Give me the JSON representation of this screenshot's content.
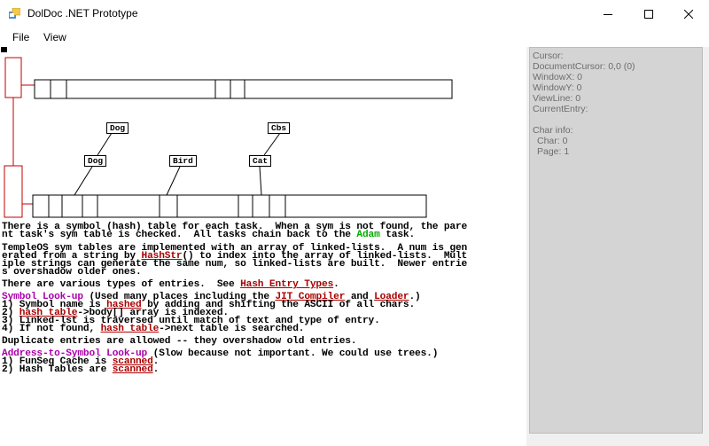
{
  "window": {
    "title": "DolDoc .NET Prototype"
  },
  "menu": {
    "file": "File",
    "view": "View"
  },
  "diagram": {
    "labels": {
      "dog_top": "Dog",
      "cbs": "Cbs",
      "dog": "Dog",
      "bird": "Bird",
      "cat": "Cat"
    }
  },
  "doc": {
    "p1": {
      "l1a": "There is a symbol (hash) table for each task.  When a sym is not found, the pare",
      "l2a": "nt task's sym table is checked.  All tasks chain back to the ",
      "l2b": "Adam",
      "l2c": " task."
    },
    "p2": {
      "l1a": "TempleOS sym tables are implemented with an array of linked-lists.  A num is gen",
      "l2a": "erated from a string by ",
      "l2b": "HashStr",
      "l2c": "() to index into the array of linked-lists.  Mult",
      "l3": "iple strings can generate the same num, so linked-lists are built.  Newer entrie",
      "l4": "s overshadow older ones."
    },
    "p3": {
      "a": "There are various types of entries.  See ",
      "b": "Hash Entry Types",
      "c": "."
    },
    "p4": {
      "h": "Symbol Look-up",
      "h2": " (Used many places including the ",
      "h3": "JIT Compiler",
      "h4": " and ",
      "h5": "Loader",
      "h6": ".)",
      "s1a": "1) Symbol name is ",
      "s1b": "hashed",
      "s1c": " by adding and shifting the ASCII of all chars.",
      "s2a": "2) ",
      "s2b": "hash table",
      "s2c": "->body[] array is indexed.",
      "s3": "3) Linked-lst is traversed until match of text and type of entry.",
      "s4a": "4) If not found, ",
      "s4b": "hash table",
      "s4c": "->next table is searched."
    },
    "p5": {
      "a": "Duplicate entries are allowed -- they overshadow old entries."
    },
    "p6": {
      "h": "Address-to-Symbol Look-up",
      "h2": " (Slow because not important. We could use trees.)",
      "s1a": "1) FunSeg Cache is ",
      "s1b": "scanned",
      "s1c": ".",
      "s2a": "2) Hash Tables are ",
      "s2b": "scanned",
      "s2c": "."
    }
  },
  "sidebar": {
    "cursor": "Cursor:",
    "document_cursor": "DocumentCursor: 0,0 (0)",
    "window_x": "WindowX: 0",
    "window_y": "WindowY: 0",
    "view_line": "ViewLine: 0",
    "current_entry": "CurrentEntry:",
    "char_info": "Char info:",
    "char": "Char: 0",
    "page": "Page: 1"
  },
  "colors": {
    "link": "#aa0000",
    "green": "#00aa00",
    "purple": "#aa00aa",
    "diagram_red": "#c00000"
  }
}
